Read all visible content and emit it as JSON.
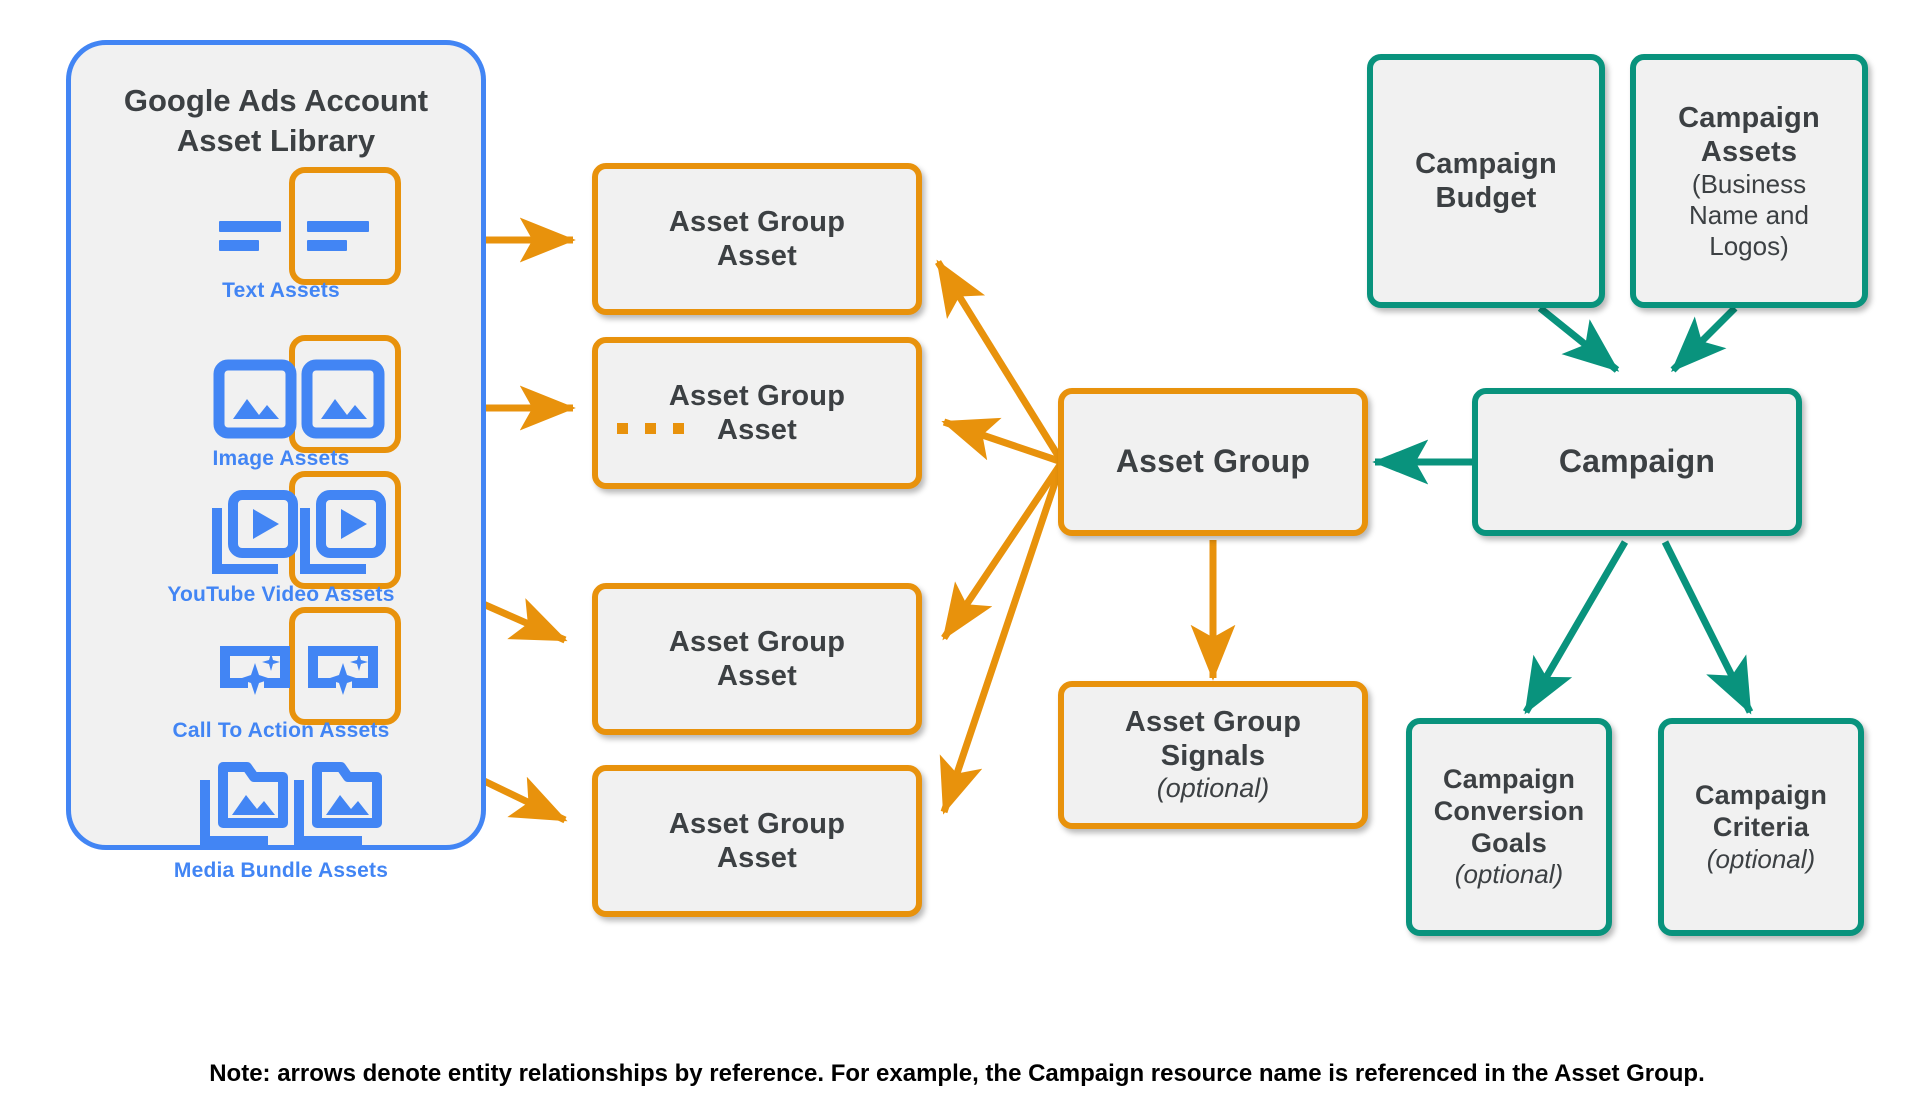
{
  "diagram": {
    "title": "Google Ads Performance Max entity relationship diagram",
    "colors": {
      "orange": "#e8920c",
      "teal": "#09937d",
      "blue": "#4285f4",
      "node_fill": "#f1f1f1",
      "text": "#3c4043"
    }
  },
  "library": {
    "title_line1": "Google Ads Account",
    "title_line2": "Asset Library",
    "assets": [
      {
        "label": "Text Assets",
        "icon": "text-asset-icon",
        "highlighted": true
      },
      {
        "label": "Image Assets",
        "icon": "image-asset-icon",
        "highlighted": true
      },
      {
        "label": "YouTube Video  Assets",
        "icon": "video-asset-icon",
        "highlighted": true
      },
      {
        "label": "Call To Action Assets",
        "icon": "call-to-action-asset-icon",
        "highlighted": true
      },
      {
        "label": "Media Bundle  Assets",
        "icon": "media-bundle-asset-icon",
        "highlighted": false
      }
    ]
  },
  "asset_groups": {
    "ellipsis": "...",
    "items": [
      {
        "line1": "Asset Group",
        "line2": "Asset"
      },
      {
        "line1": "Asset Group",
        "line2": "Asset"
      },
      {
        "line1": "Asset Group",
        "line2": "Asset"
      },
      {
        "line1": "Asset Group",
        "line2": "Asset"
      }
    ]
  },
  "center": {
    "asset_group": "Asset Group",
    "asset_group_signals_line1": "Asset Group",
    "asset_group_signals_line2": "Signals",
    "asset_group_signals_optional": "(optional)"
  },
  "campaign": {
    "budget_line1": "Campaign",
    "budget_line2": "Budget",
    "assets_line1": "Campaign",
    "assets_line2": "Assets",
    "assets_sub1": "(Business",
    "assets_sub2": "Name and",
    "assets_sub3": "Logos)",
    "campaign": "Campaign",
    "conversion_goals_line1": "Campaign",
    "conversion_goals_line2": "Conversion",
    "conversion_goals_line3": "Goals",
    "conversion_goals_optional": "(optional)",
    "criteria_line1": "Campaign",
    "criteria_line2": "Criteria",
    "criteria_optional": "(optional)"
  },
  "footnote": "Note: arrows denote entity relationships by reference. For example, the Campaign resource name is referenced in the Asset Group."
}
